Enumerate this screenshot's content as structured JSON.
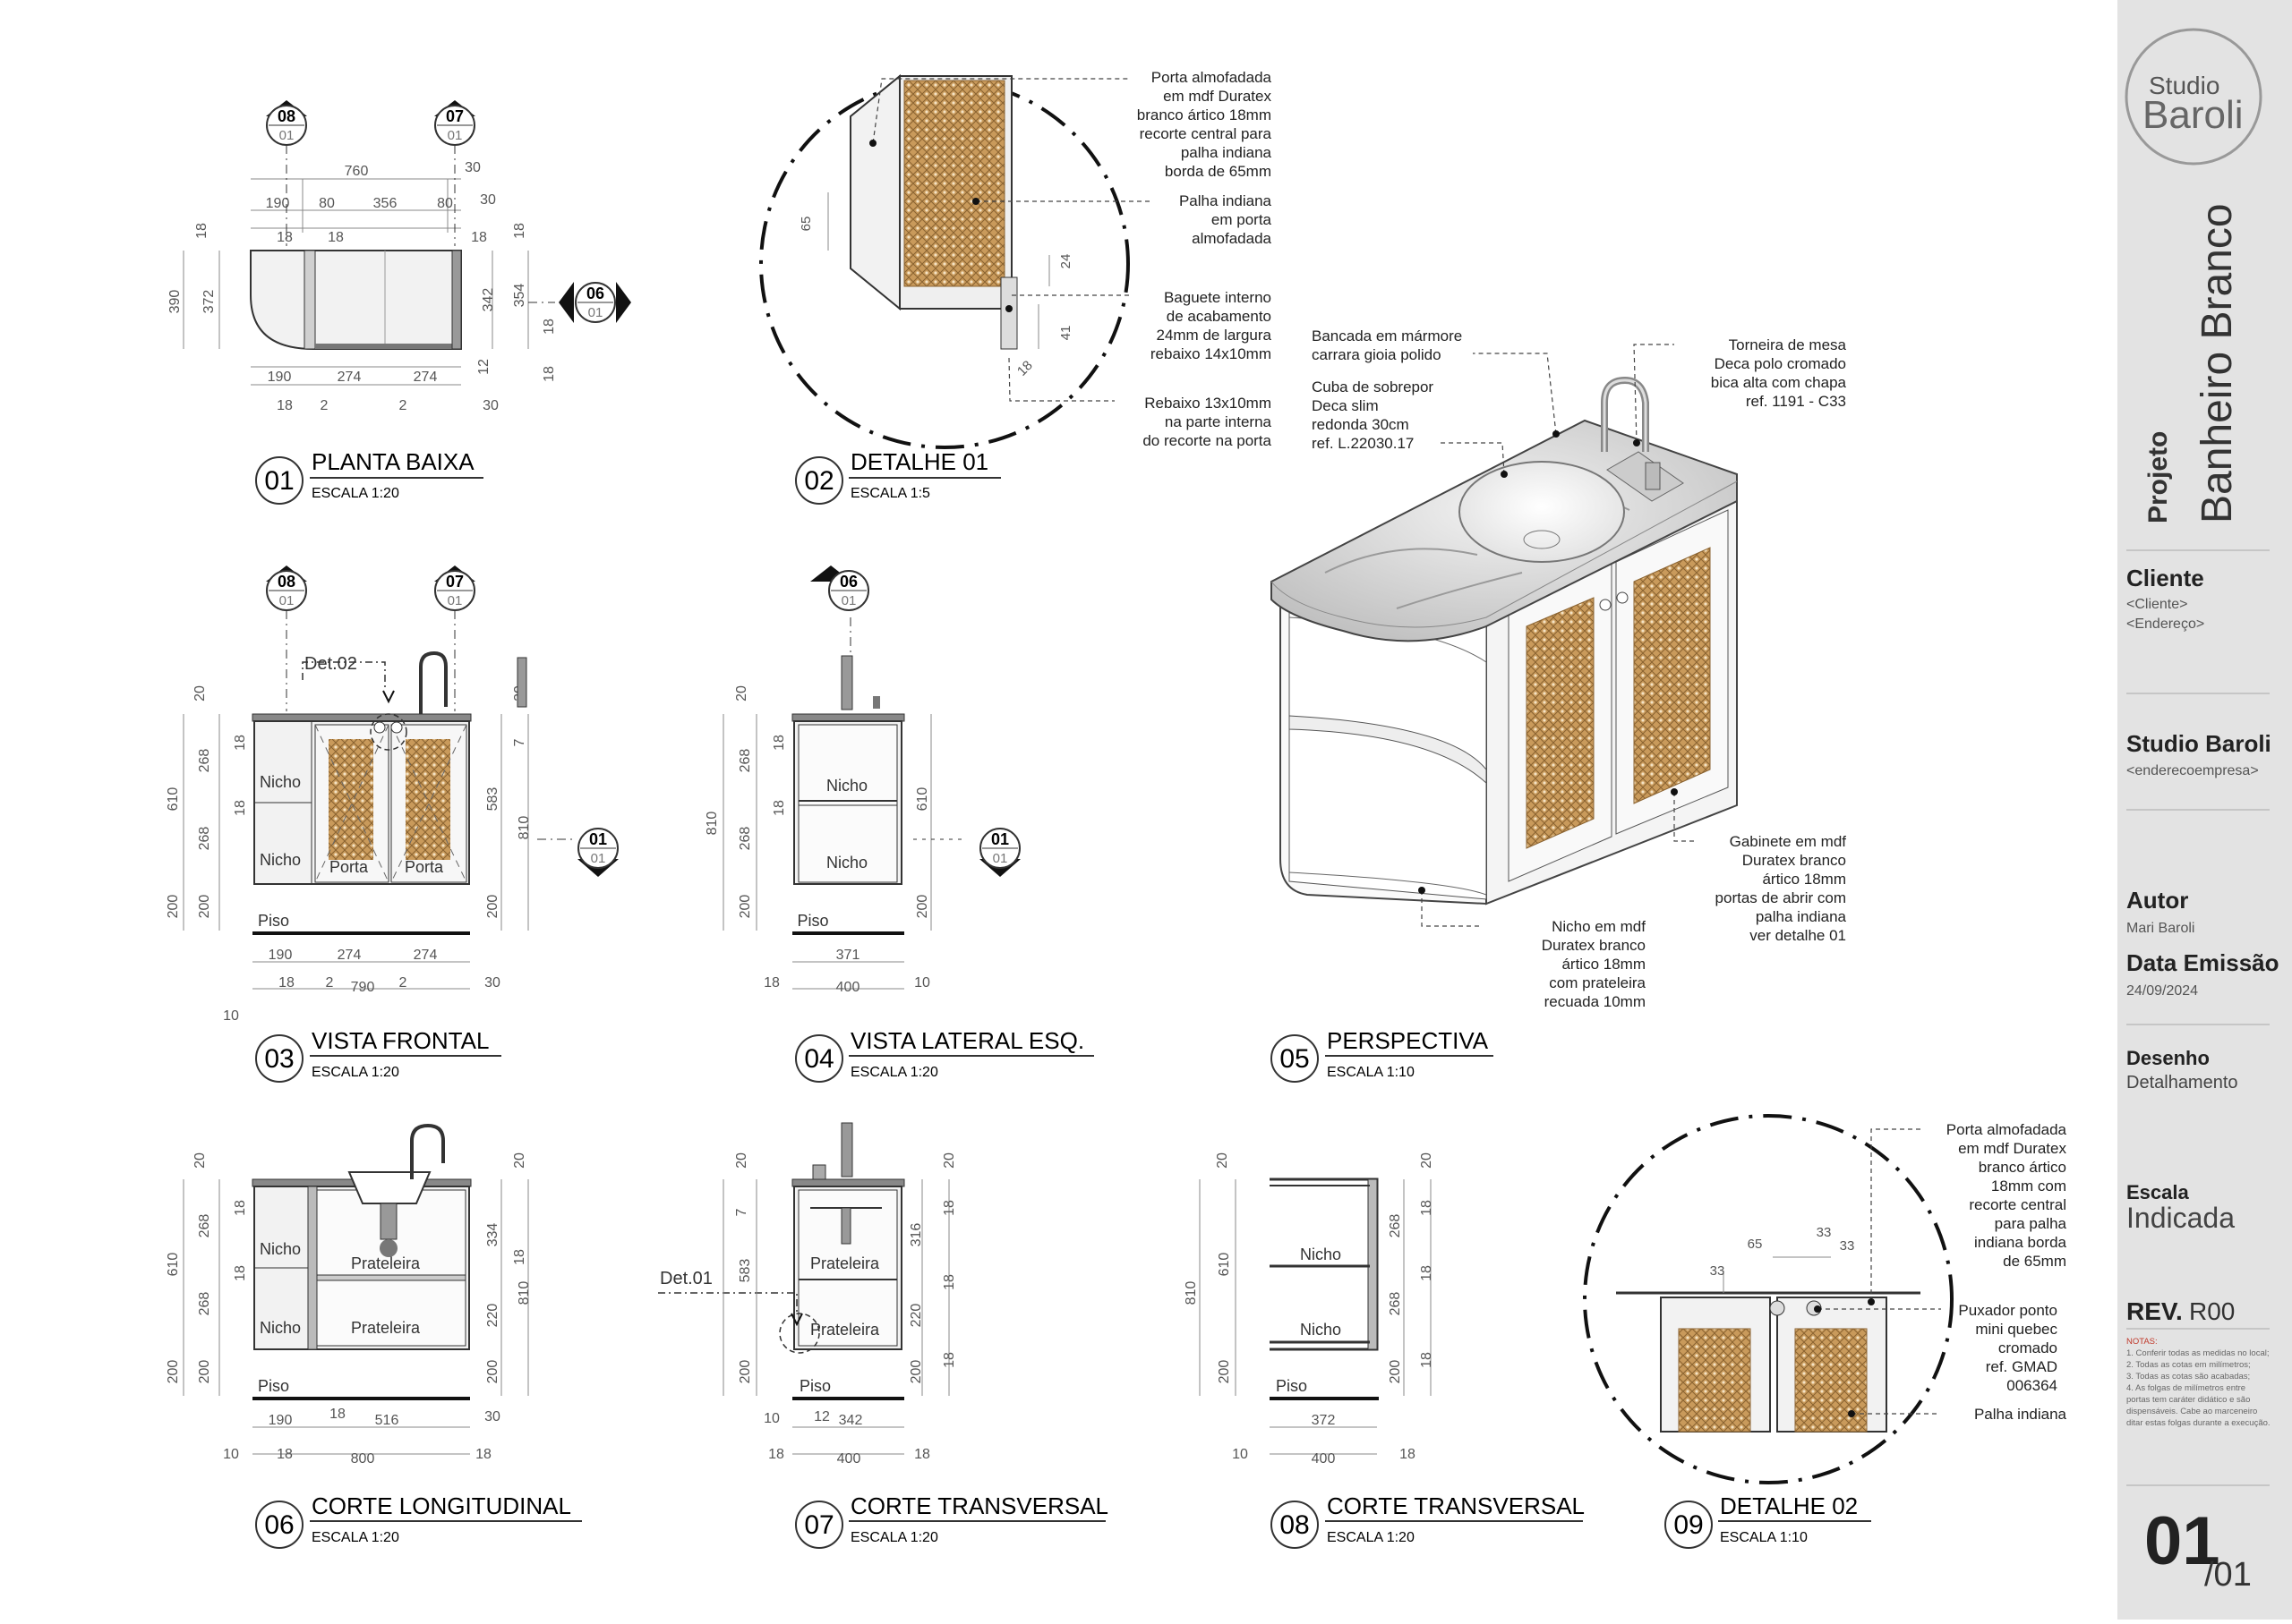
{
  "views": {
    "v01": {
      "num": "01",
      "title": "PLANTA BAIXA",
      "scale": "ESCALA 1:20"
    },
    "v02": {
      "num": "02",
      "title": "DETALHE 01",
      "scale": "ESCALA 1:5"
    },
    "v03": {
      "num": "03",
      "title": "VISTA FRONTAL",
      "scale": "ESCALA 1:20"
    },
    "v04": {
      "num": "04",
      "title": "VISTA LATERAL ESQ.",
      "scale": "ESCALA 1:20"
    },
    "v05": {
      "num": "05",
      "title": "PERSPECTIVA",
      "scale": "ESCALA 1:10"
    },
    "v06": {
      "num": "06",
      "title": "CORTE LONGITUDINAL",
      "scale": "ESCALA 1:20"
    },
    "v07": {
      "num": "07",
      "title": "CORTE TRANSVERSAL",
      "scale": "ESCALA 1:20"
    },
    "v08": {
      "num": "08",
      "title": "CORTE TRANSVERSAL",
      "scale": "ESCALA 1:20"
    },
    "v09": {
      "num": "09",
      "title": "DETALHE 02",
      "scale": "ESCALA 1:10"
    }
  },
  "markers": {
    "m08a": {
      "top": "08",
      "bottom": "01"
    },
    "m07a": {
      "top": "07",
      "bottom": "01"
    },
    "m06a": {
      "top": "06",
      "bottom": "01"
    },
    "m08b": {
      "top": "08",
      "bottom": "01"
    },
    "m07b": {
      "top": "07",
      "bottom": "01"
    },
    "m06b": {
      "top": "06",
      "bottom": "01"
    },
    "m01a": {
      "top": "01",
      "bottom": "01"
    },
    "m01b": {
      "top": "01",
      "bottom": "01"
    }
  },
  "dims": {
    "plan": {
      "d760": "760",
      "d30a": "30",
      "d190": "190",
      "d80a": "80",
      "d356": "356",
      "d80b": "80",
      "d30b": "30",
      "d18a": "18",
      "d18b": "18",
      "d18c": "18",
      "d18l": "18",
      "d390": "390",
      "d372": "372",
      "d18r": "18",
      "d342": "342",
      "d354": "354",
      "d18r2": "18",
      "d12": "12",
      "d18r3": "18",
      "d190b": "190",
      "d274a": "274",
      "d274b": "274",
      "d18e": "18",
      "d2a": "2",
      "d2b": "2",
      "d30c": "30"
    },
    "front": {
      "d20": "20",
      "d268a": "268",
      "d18a": "18",
      "d610": "610",
      "d268b": "268",
      "d18b": "18",
      "d200a": "200",
      "d200b": "200",
      "d20r": "20",
      "d7": "7",
      "d583": "583",
      "d810": "810",
      "d200r": "200",
      "d190": "190",
      "d274a": "274",
      "d274b": "274",
      "d18": "18",
      "d2a": "2",
      "d790": "790",
      "d2b": "2",
      "d30": "30",
      "d10": "10"
    },
    "side": {
      "d20": "20",
      "d268a": "268",
      "d18a": "18",
      "d810": "810",
      "d268b": "268",
      "d200": "200",
      "d18b": "18",
      "d610": "610",
      "d200r": "200",
      "d371": "371",
      "d18": "18",
      "d400": "400",
      "d10": "10"
    },
    "long": {
      "d20": "20",
      "d268a": "268",
      "d18a": "18",
      "d610": "610",
      "d268b": "268",
      "d18b": "18",
      "d200a": "200",
      "d200b": "200",
      "d20r": "20",
      "d334": "334",
      "d18r": "18",
      "d810": "810",
      "d220": "220",
      "d200r": "200",
      "d190": "190",
      "d18t": "18",
      "d516": "516",
      "d30": "30",
      "d10": "10",
      "d18": "18",
      "d800": "800",
      "d18e": "18"
    },
    "trans7": {
      "d20": "20",
      "d7": "7",
      "d583": "583",
      "d200": "200",
      "d20r": "20",
      "d316": "316",
      "d18a": "18",
      "d220": "220",
      "d18b": "18",
      "d200r": "200",
      "d18c": "18",
      "d10": "10",
      "d12": "12",
      "d342": "342",
      "d18": "18",
      "d400": "400",
      "d18e": "18"
    },
    "trans8": {
      "d20": "20",
      "d610": "610",
      "d810": "810",
      "d200": "200",
      "d20r": "20",
      "d268a": "268",
      "d18a": "18",
      "d268b": "268",
      "d18b": "18",
      "d200r": "200",
      "d18c": "18",
      "d372": "372",
      "d10": "10",
      "d400": "400",
      "d18": "18"
    },
    "det01": {
      "d65": "65",
      "d24": "24",
      "d41": "41",
      "d18": "18"
    },
    "det02": {
      "d65": "65",
      "d33a": "33",
      "d33b": "33",
      "d33c": "33"
    }
  },
  "labels": {
    "nicho": "Nicho",
    "porta": "Porta",
    "piso": "Piso",
    "prateleira": "Prateleira",
    "det02": "Det.02",
    "det01": "Det.01"
  },
  "notes": {
    "det01": {
      "a": [
        "Porta almofadada",
        "em mdf Duratex",
        "branco ártico 18mm",
        "recorte central para",
        "palha indiana",
        "borda de 65mm"
      ],
      "b": [
        "Palha indiana",
        "em porta",
        "almofadada"
      ],
      "c": [
        "Baguete interno",
        "de acabamento",
        "24mm de largura",
        "rebaixo 14x10mm"
      ],
      "d": [
        "Rebaixo 13x10mm",
        "na parte interna",
        "do recorte na porta"
      ]
    },
    "persp": {
      "bancada": [
        "Bancada em mármore",
        "carrara gioia polido"
      ],
      "cuba": [
        "Cuba de sobrepor",
        "Deca slim",
        "redonda 30cm",
        "ref. L.22030.17"
      ],
      "torneira": [
        "Torneira de mesa",
        "Deca polo cromado",
        "bica alta com chapa",
        "ref. 1191 - C33"
      ],
      "gabinete": [
        "Gabinete em mdf",
        "Duratex branco",
        "ártico 18mm",
        "portas de abrir com",
        "palha indiana",
        "ver detalhe 01"
      ],
      "nicho": [
        "Nicho em mdf",
        "Duratex branco",
        "ártico 18mm",
        "com prateleira",
        "recuada 10mm"
      ]
    },
    "det02": {
      "porta": [
        "Porta almofadada",
        "em mdf Duratex",
        "branco ártico",
        "18mm com",
        "recorte central",
        "para palha",
        "indiana borda",
        "de 65mm"
      ],
      "puxador": [
        "Puxador ponto",
        "mini quebec",
        "cromado",
        "ref. GMAD",
        "006364"
      ],
      "palha": [
        "Palha indiana"
      ]
    }
  },
  "titleblock": {
    "logo_top": "Studio",
    "logo_bottom": "Baroli",
    "projeto_label": "Projeto",
    "projeto_name": "Banheiro Branco",
    "cliente_label": "Cliente",
    "cliente_line1": "<Cliente>",
    "cliente_line2": "<Endereço>",
    "empresa_label": "Studio Baroli",
    "empresa_addr": "<enderecoempresa>",
    "autor_label": "Autor",
    "autor_value": "Mari Baroli",
    "data_label": "Data Emissão",
    "data_value": "24/09/2024",
    "desenho_label": "Desenho",
    "desenho_value": "Detalhamento",
    "escala_label": "Escala",
    "escala_value": "Indicada",
    "rev_label": "REV.",
    "rev_value": "R00",
    "notas_title": "NOTAS:",
    "notas": [
      "1. Conferir todas as medidas no local;",
      "2. Todas as cotas em milímetros;",
      "3. Todas as cotas são acabadas;",
      "4. As folgas de milímetros entre",
      "portas tem caráter didático e são",
      "dispensáveis. Cabe ao marceneiro",
      "ditar estas folgas durante a execução."
    ],
    "sheet_num": "01",
    "sheet_total": "/01"
  },
  "colors": {
    "rattan": "#c99a5b",
    "rattan_dark": "#8a6331",
    "line": "#333333",
    "dim": "#777777",
    "panel": "#e3e3e3",
    "marble": "#d6d6d6"
  }
}
